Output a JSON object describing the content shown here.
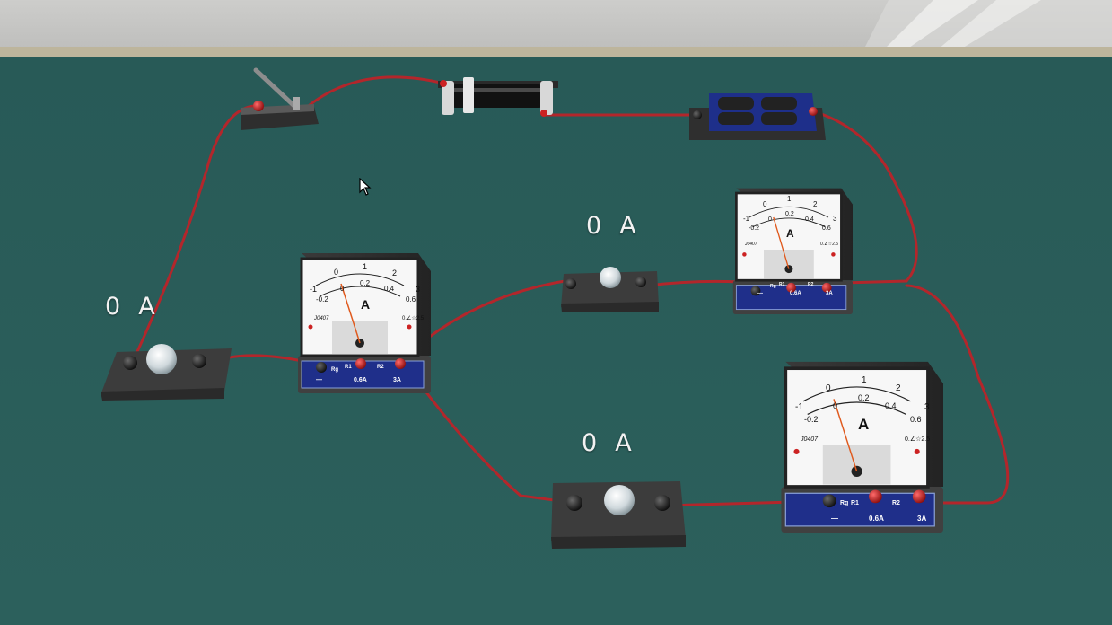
{
  "scene": {
    "title": "",
    "colors": {
      "table": "#2a5c58",
      "wall": "#c9c9c7",
      "wire": "#b3262b",
      "meter_panel": "#1f2f8a",
      "device_base": "#474747"
    }
  },
  "readouts": {
    "lamp_left": {
      "value": "0",
      "unit": "A"
    },
    "lamp_middle": {
      "value": "0",
      "unit": "A"
    },
    "lamp_bottom": {
      "value": "0",
      "unit": "A"
    }
  },
  "ammeter": {
    "scale_top": [
      "-1",
      "0",
      "1",
      "2",
      "3"
    ],
    "scale_bottom": [
      "-0.2",
      "0",
      "0.2",
      "0.4",
      "0.6"
    ],
    "symbol": "A",
    "model": "J0407",
    "class_mark": "0.∠☆2.5",
    "terminals": [
      "—",
      "0.6A",
      "3A"
    ],
    "terminal_codes": [
      "Rg",
      "R1",
      "R2"
    ]
  },
  "icons": {
    "cursor": "pointer-cursor-icon",
    "switch": "knife-switch-icon",
    "rheostat": "rheostat-icon",
    "battery": "battery-holder-icon",
    "lamp": "light-bulb-icon",
    "meter": "ammeter-icon"
  }
}
